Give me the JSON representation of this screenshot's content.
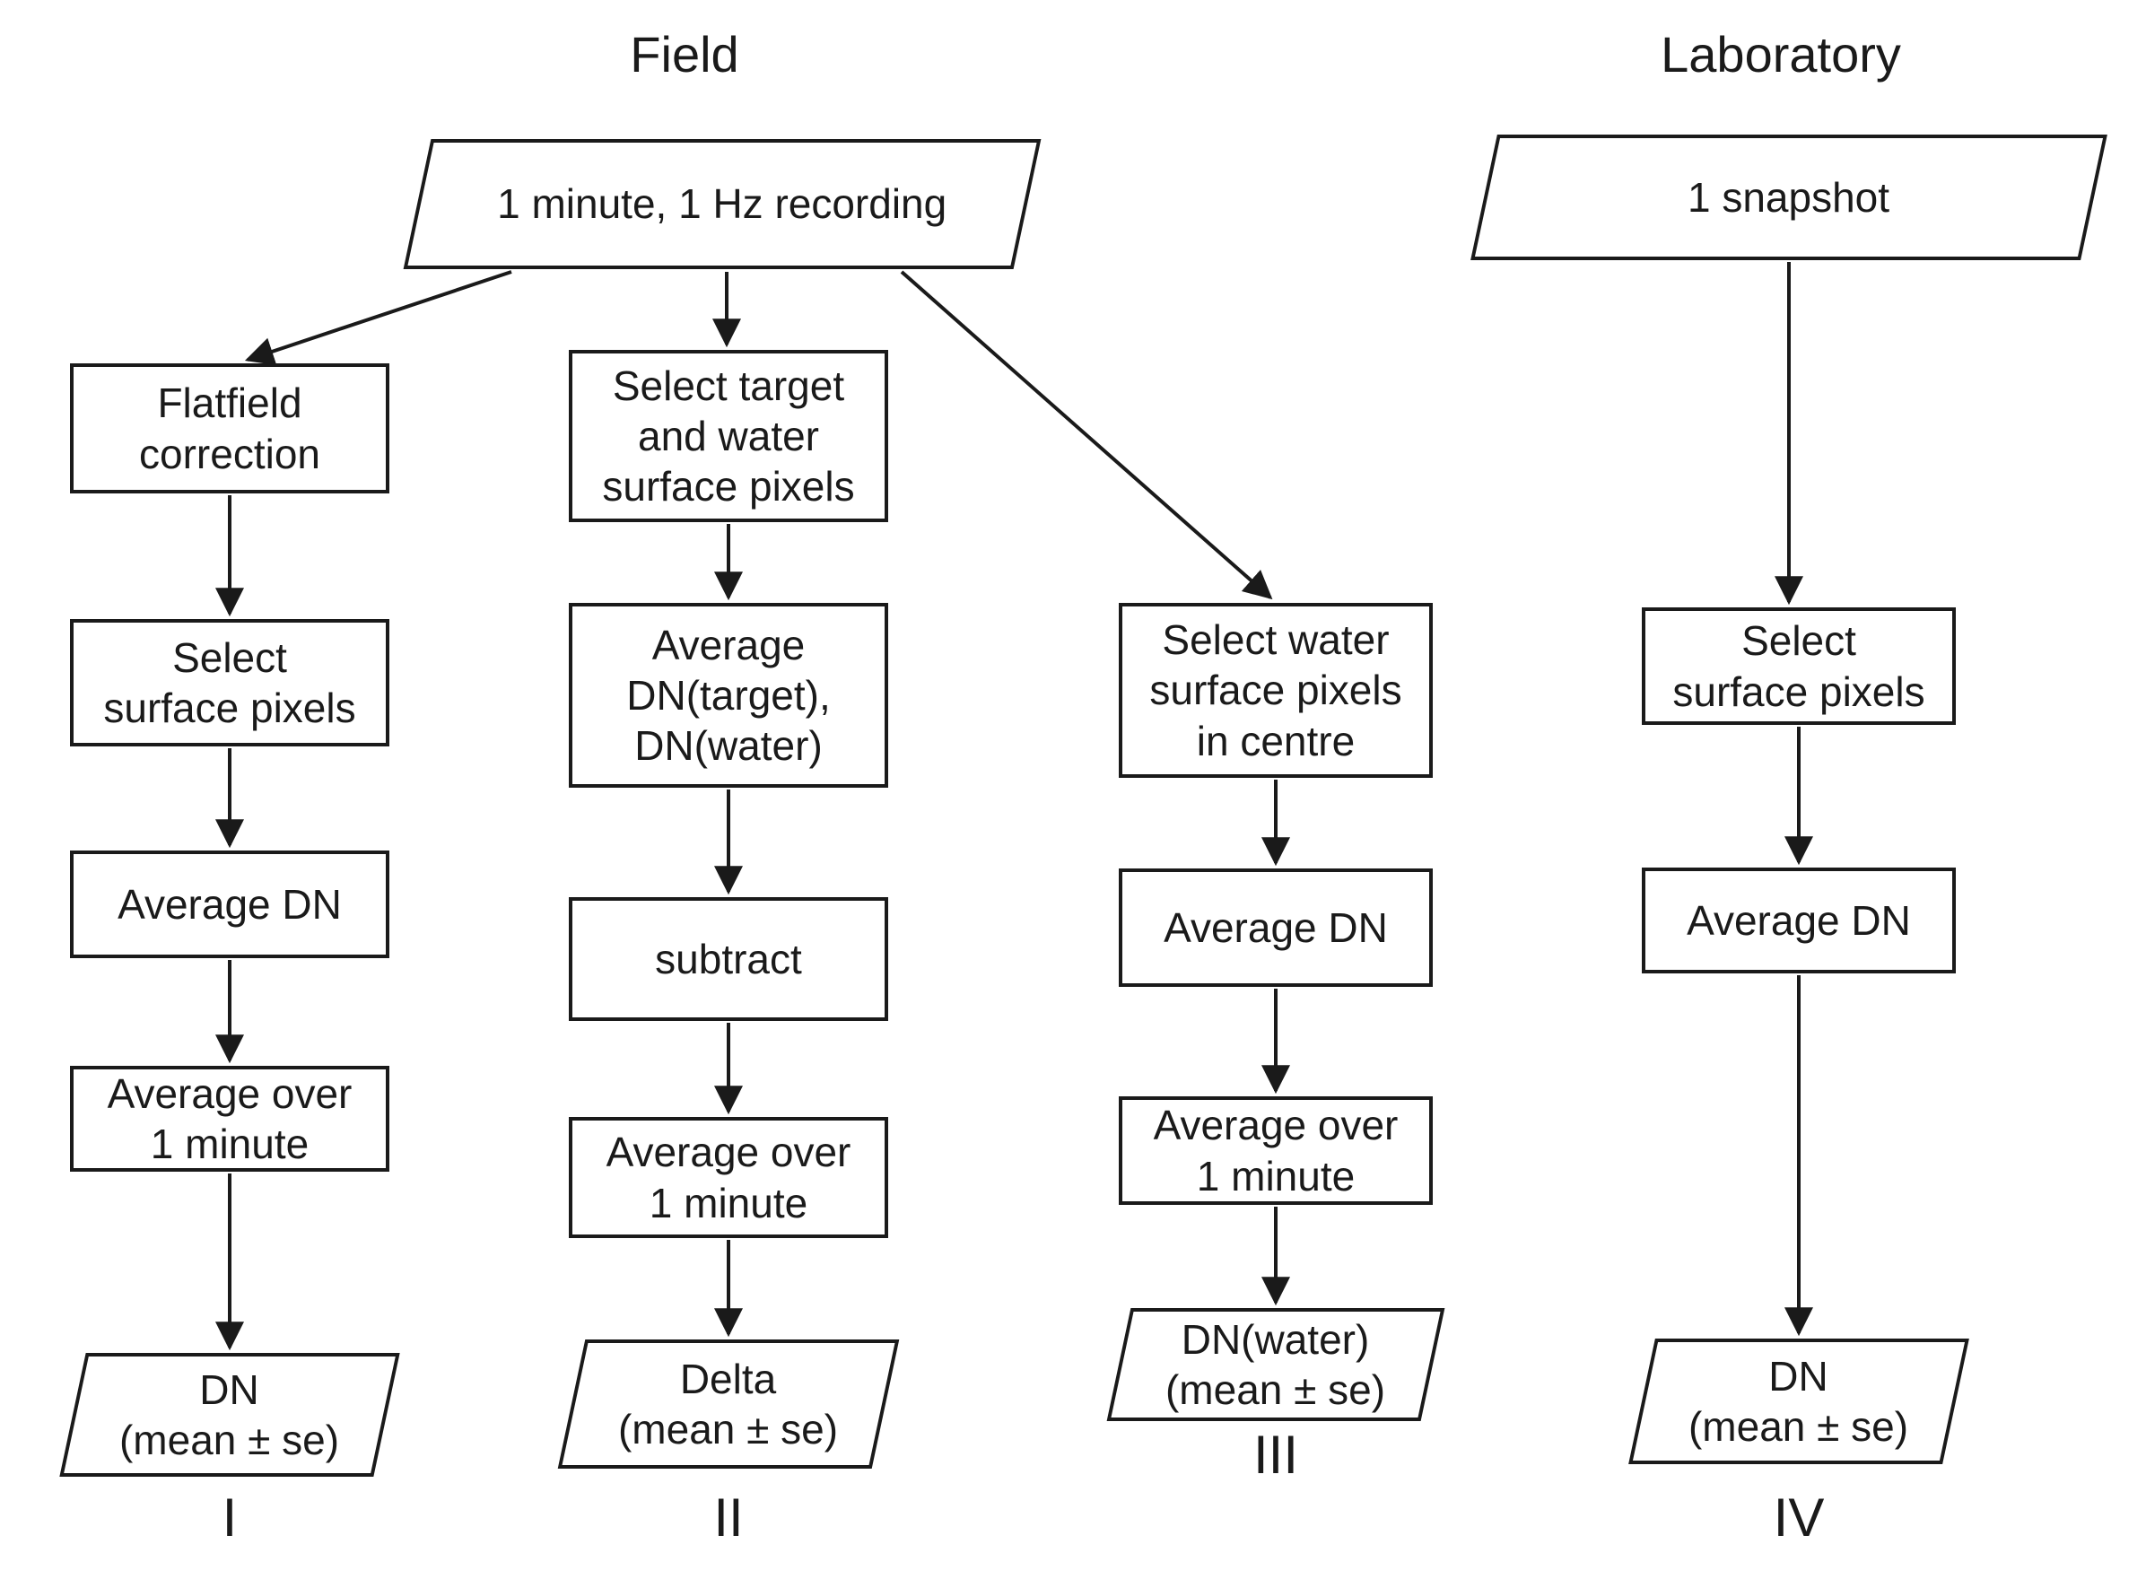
{
  "diagram": {
    "field_title": "Field",
    "laboratory_title": "Laboratory",
    "field_source": "1 minute, 1 Hz recording",
    "laboratory_source": "1 snapshot",
    "columns": [
      {
        "numeral": "I",
        "section": "Field",
        "steps": [
          "Flatfield\ncorrection",
          "Select\nsurface pixels",
          "Average DN",
          "Average over\n1 minute"
        ],
        "output": "DN\n(mean ± se)"
      },
      {
        "numeral": "II",
        "section": "Field",
        "steps": [
          "Select target\nand water\nsurface pixels",
          "Average\nDN(target),\nDN(water)",
          "subtract",
          "Average over\n1 minute"
        ],
        "output": "Delta\n(mean ± se)"
      },
      {
        "numeral": "III",
        "section": "Field",
        "steps": [
          "Select water\nsurface pixels\nin centre",
          "Average DN",
          "Average over\n1 minute"
        ],
        "output": "DN(water)\n(mean ± se)"
      },
      {
        "numeral": "IV",
        "section": "Laboratory",
        "steps": [
          "Select\nsurface pixels",
          "Average DN"
        ],
        "output": "DN\n(mean ± se)"
      }
    ],
    "connections": [
      "field_source -> I.Flatfield correction",
      "field_source -> II.Select target and water surface pixels",
      "field_source -> III.Select water surface pixels in centre",
      "I.Flatfield correction -> I.Select surface pixels",
      "I.Select surface pixels -> I.Average DN",
      "I.Average DN -> I.Average over 1 minute",
      "I.Average over 1 minute -> I.DN (mean ± se)",
      "II.Select target and water surface pixels -> II.Average DN(target), DN(water)",
      "II.Average DN(target), DN(water) -> II.subtract",
      "II.subtract -> II.Average over 1 minute",
      "II.Average over 1 minute -> II.Delta (mean ± se)",
      "III.Select water surface pixels in centre -> III.Average DN",
      "III.Average DN -> III.Average over 1 minute",
      "III.Average over 1 minute -> III.DN(water) (mean ± se)",
      "laboratory_source -> IV.Select surface pixels",
      "IV.Select surface pixels -> IV.Average DN",
      "IV.Average DN -> IV.DN (mean ± se)"
    ],
    "colors": {
      "ink": "#1a1a1a",
      "background": "#ffffff"
    }
  }
}
